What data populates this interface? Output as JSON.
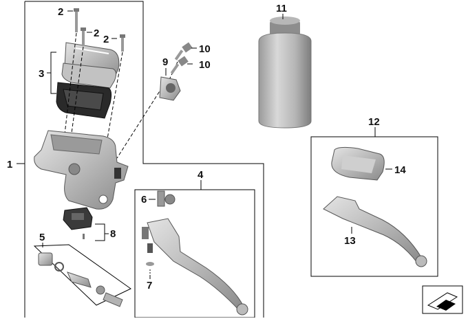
{
  "diagram": {
    "callouts": [
      {
        "id": "c1",
        "label": "1"
      },
      {
        "id": "c2a",
        "label": "2"
      },
      {
        "id": "c2b",
        "label": "2"
      },
      {
        "id": "c2c",
        "label": "2"
      },
      {
        "id": "c3",
        "label": "3"
      },
      {
        "id": "c4",
        "label": "4"
      },
      {
        "id": "c5",
        "label": "5"
      },
      {
        "id": "c6",
        "label": "6"
      },
      {
        "id": "c7",
        "label": "7"
      },
      {
        "id": "c8",
        "label": "8"
      },
      {
        "id": "c9",
        "label": "9"
      },
      {
        "id": "c10a",
        "label": "10"
      },
      {
        "id": "c10b",
        "label": "10"
      },
      {
        "id": "c11",
        "label": "11"
      },
      {
        "id": "c12",
        "label": "12"
      },
      {
        "id": "c13",
        "label": "13"
      },
      {
        "id": "c14",
        "label": "14"
      }
    ]
  },
  "colors": {
    "part_light": "#cfcfcf",
    "part_mid": "#a9a9a9",
    "part_dark": "#6d6d6d",
    "gasket": "#2a2a2a",
    "line": "#000000"
  }
}
